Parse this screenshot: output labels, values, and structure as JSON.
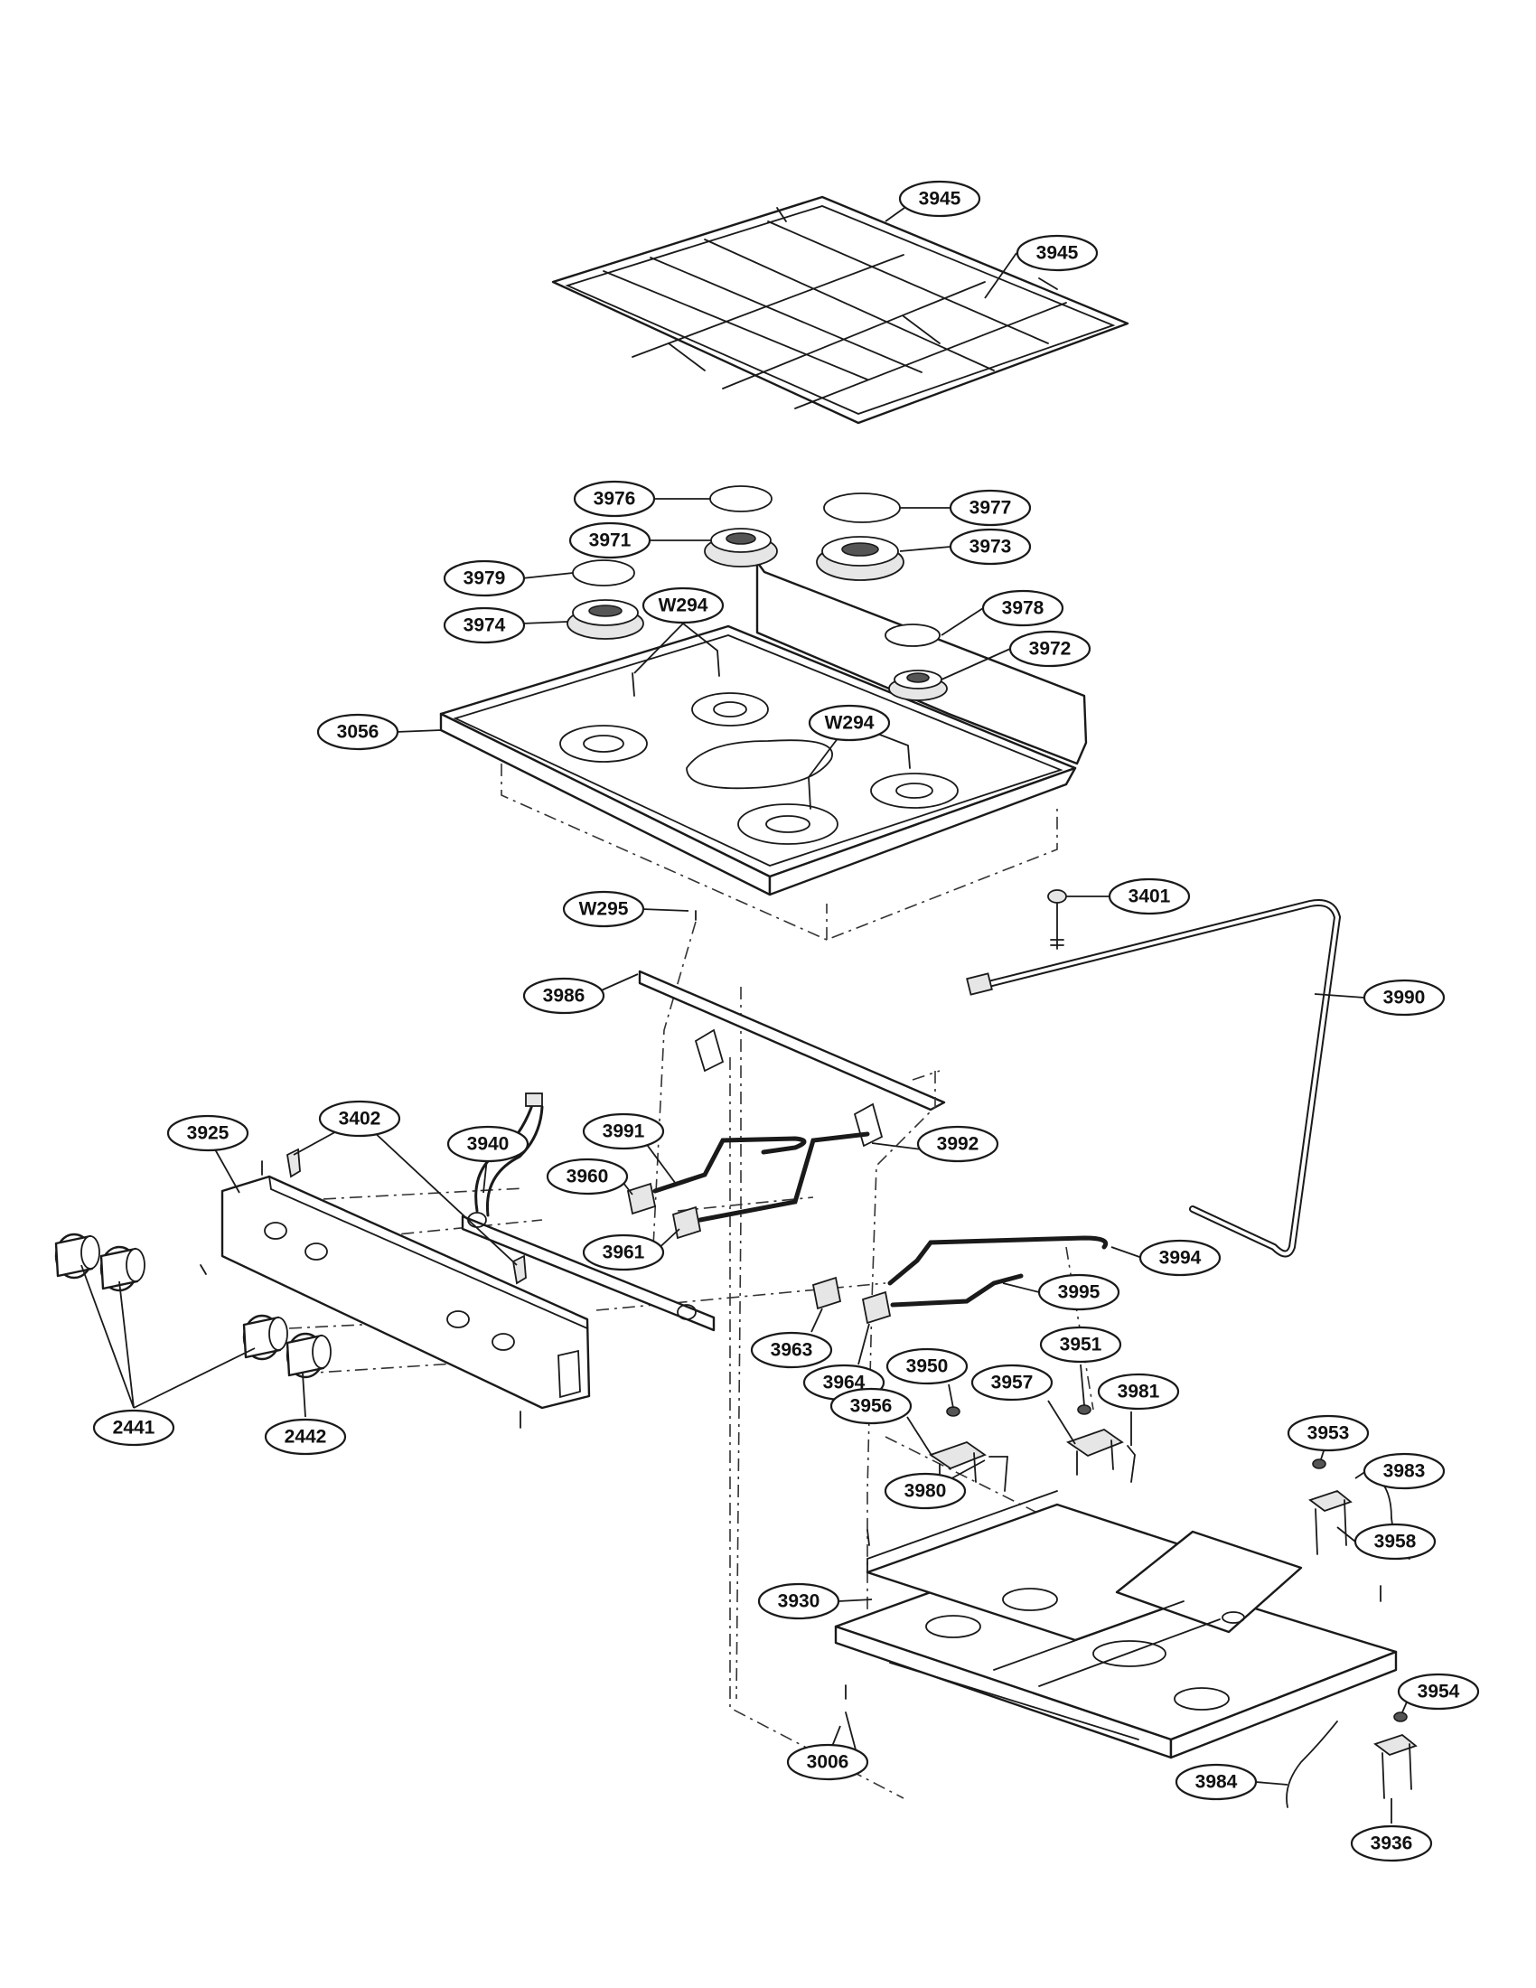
{
  "diagram": {
    "parts": {
      "grate_left": "3945",
      "grate_right": "3945",
      "cap_center_rear": "3976",
      "cap_right_rear": "3977",
      "head_center_rear": "3971",
      "head_right_rear": "3973",
      "cap_left": "3979",
      "head_left": "3974",
      "cap_right_front": "3978",
      "head_right_front": "3972",
      "screw_rear": "W294",
      "screw_front": "W294",
      "cooktop": "3056",
      "nut": "3401",
      "screw_manifold": "W295",
      "bracket": "3986",
      "gas_tube": "3990",
      "manifold_panel": "3925",
      "clip": "3402",
      "harness": "3940",
      "tube_a": "3991",
      "valve_a": "3960",
      "tube_b": "3992",
      "valve_b": "3961",
      "tube_c": "3994",
      "tube_d": "3995",
      "valve_c": "3963",
      "valve_d": "3964",
      "orifice_a": "3950",
      "orifice_b": "3951",
      "burner_base_a": "3956",
      "burner_base_b": "3957",
      "igniter_b": "3981",
      "igniter_a": "3980",
      "orifice_c": "3953",
      "igniter_c": "3983",
      "burner_base_c": "3958",
      "burner_box": "3930",
      "orifice_d": "3954",
      "igniter_d": "3984",
      "burner_base_d": "3936",
      "screw_box": "3006",
      "knob": "2441",
      "knob_center": "2442"
    }
  }
}
